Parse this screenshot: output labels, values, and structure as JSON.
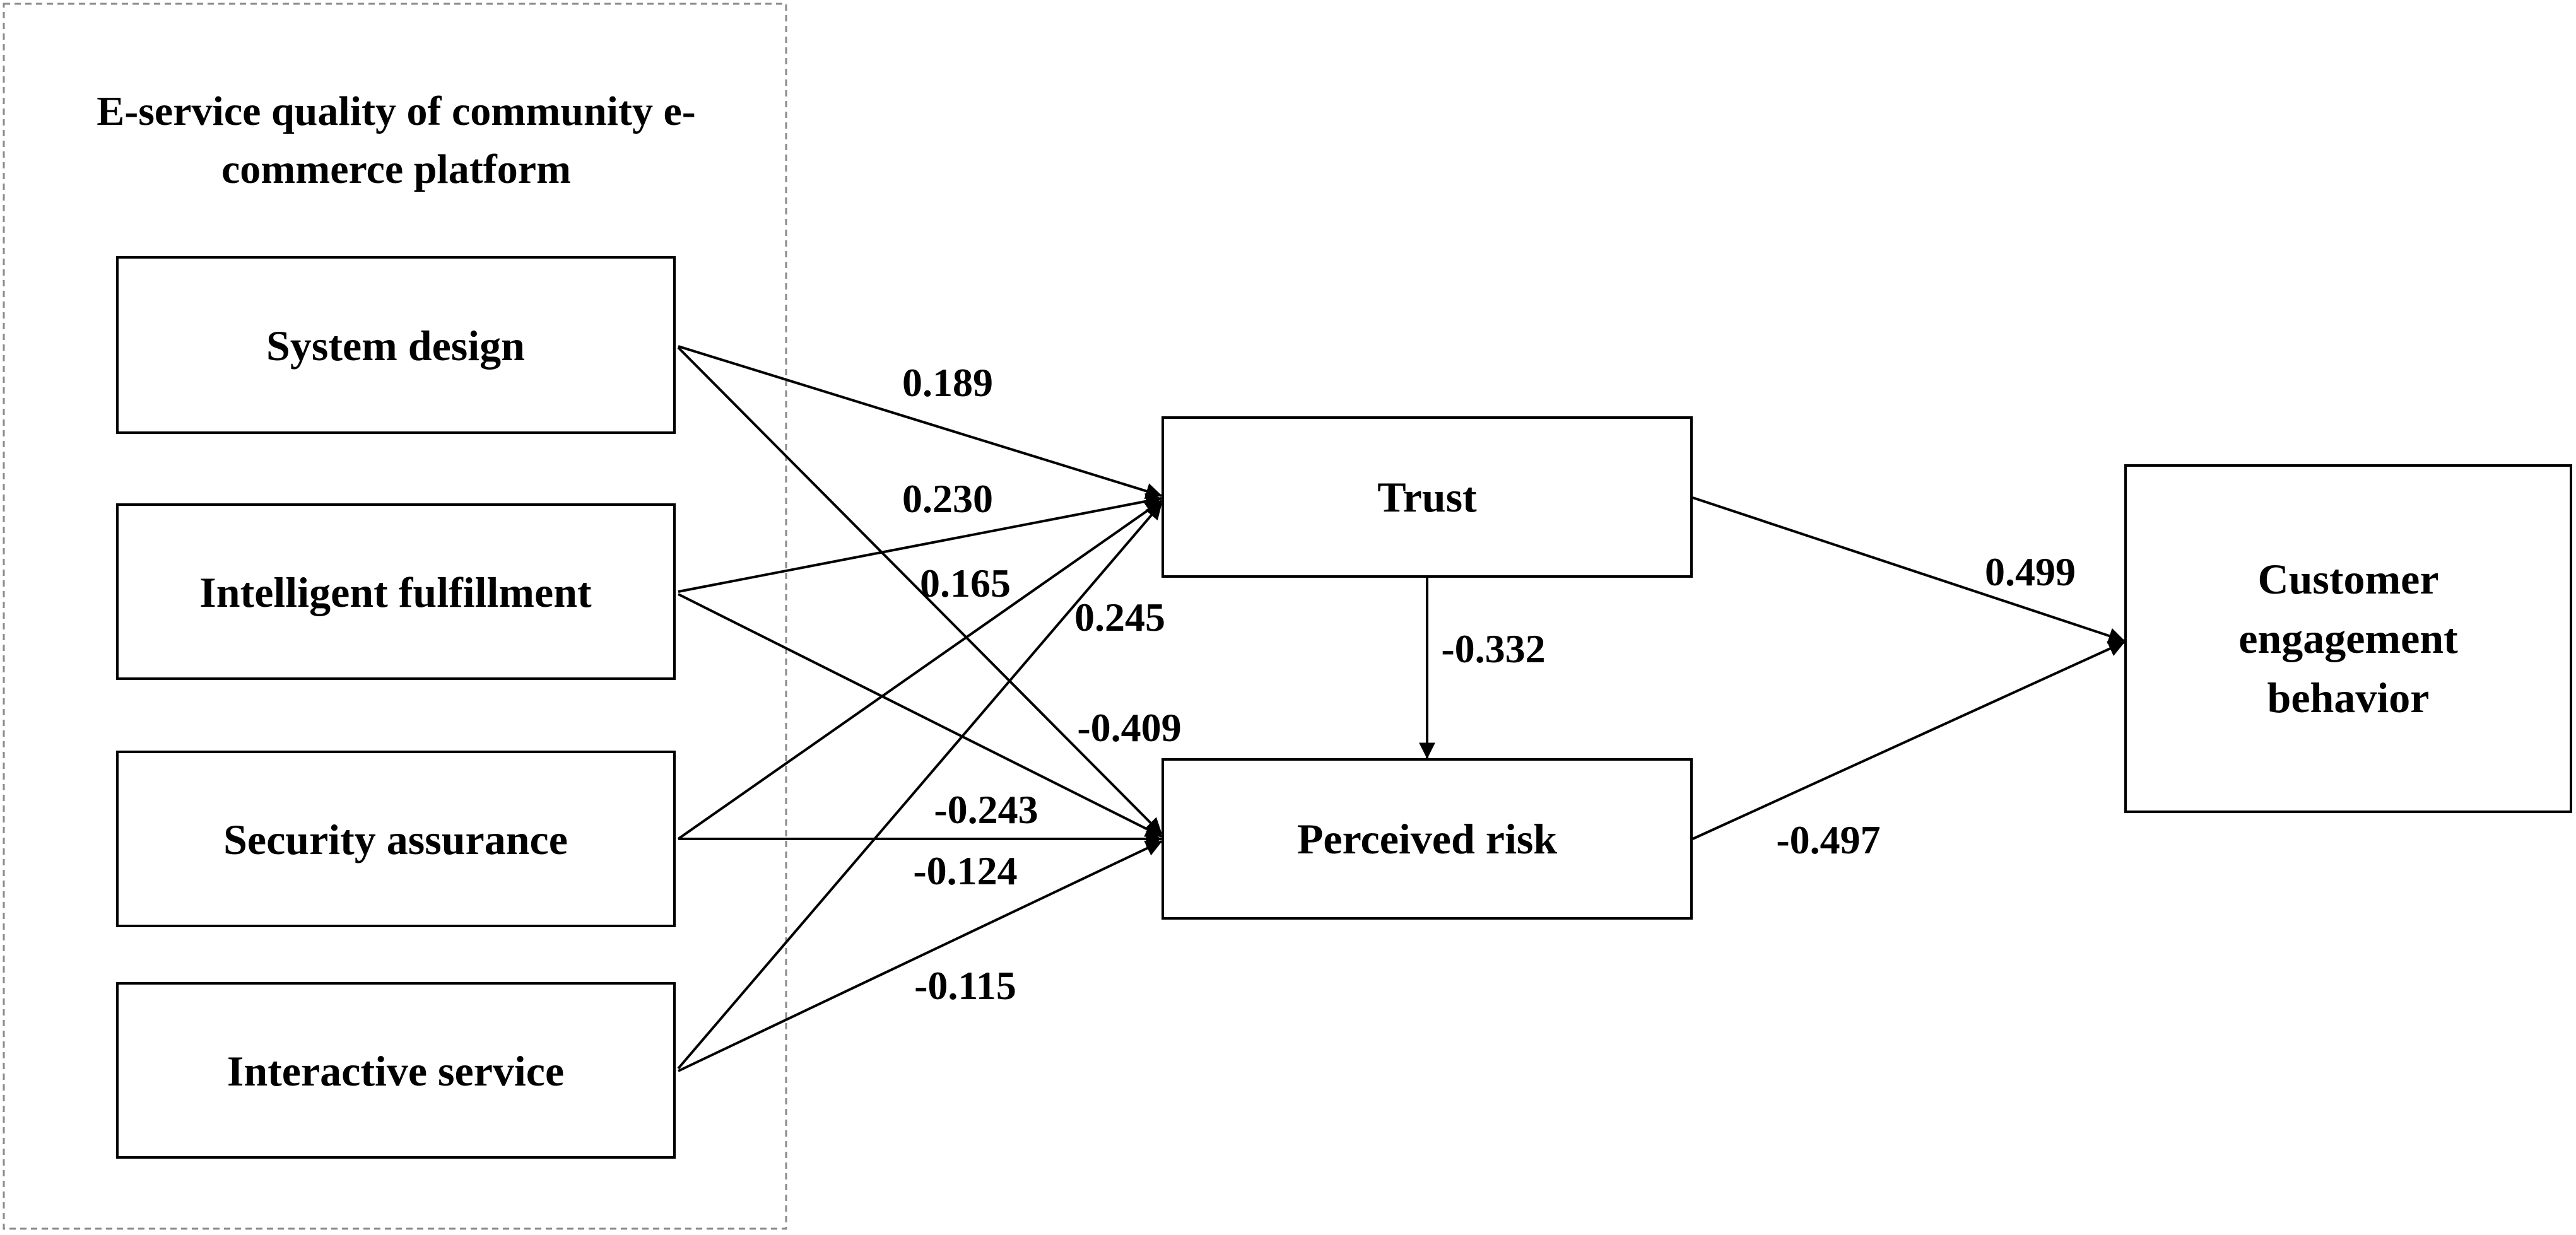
{
  "group": {
    "title_line1": "E-service quality of community e-",
    "title_line2": "commerce platform"
  },
  "nodes": {
    "system_design": "System design",
    "intelligent_fulfillment": "Intelligent fulfillment",
    "security_assurance": "Security assurance",
    "interactive_service": "Interactive service",
    "trust": "Trust",
    "perceived_risk": "Perceived risk",
    "customer_engagement": {
      "line1": "Customer",
      "line2": "engagement",
      "line3": "behavior"
    }
  },
  "paths": {
    "system_design_trust": "0.189",
    "intelligent_fulfillment_trust": "0.230",
    "security_assurance_trust": "0.165",
    "interactive_service_trust": "0.245",
    "system_design_risk": "-0.409",
    "intelligent_fulfillment_risk": "-0.243",
    "security_assurance_risk": "-0.124",
    "interactive_service_risk": "-0.115",
    "trust_risk": "-0.332",
    "trust_engagement": "0.499",
    "risk_engagement": "-0.497"
  }
}
